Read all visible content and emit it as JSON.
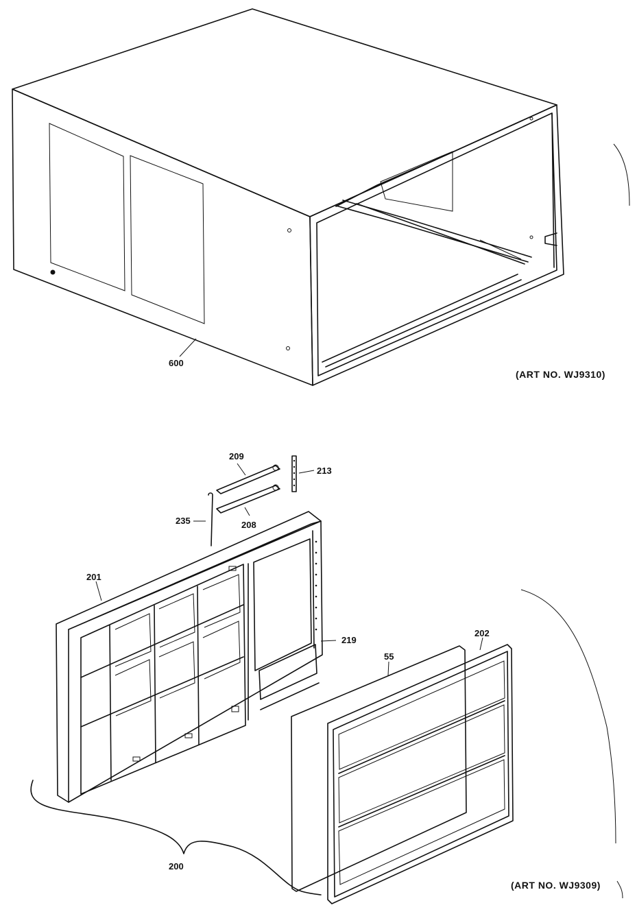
{
  "diagram": {
    "top_view": {
      "part_labels": {
        "cabinet": "600"
      },
      "art_number": "(ART NO. WJ9310)"
    },
    "bottom_view": {
      "part_labels": {
        "assembly": "200",
        "front_frame": "201",
        "grille": "202",
        "air_filter": "55",
        "bracket_209": "209",
        "bracket_208": "208",
        "strip": "213",
        "wire": "235",
        "side_panel": "219"
      },
      "art_number": "(ART NO. WJ9309)"
    }
  }
}
